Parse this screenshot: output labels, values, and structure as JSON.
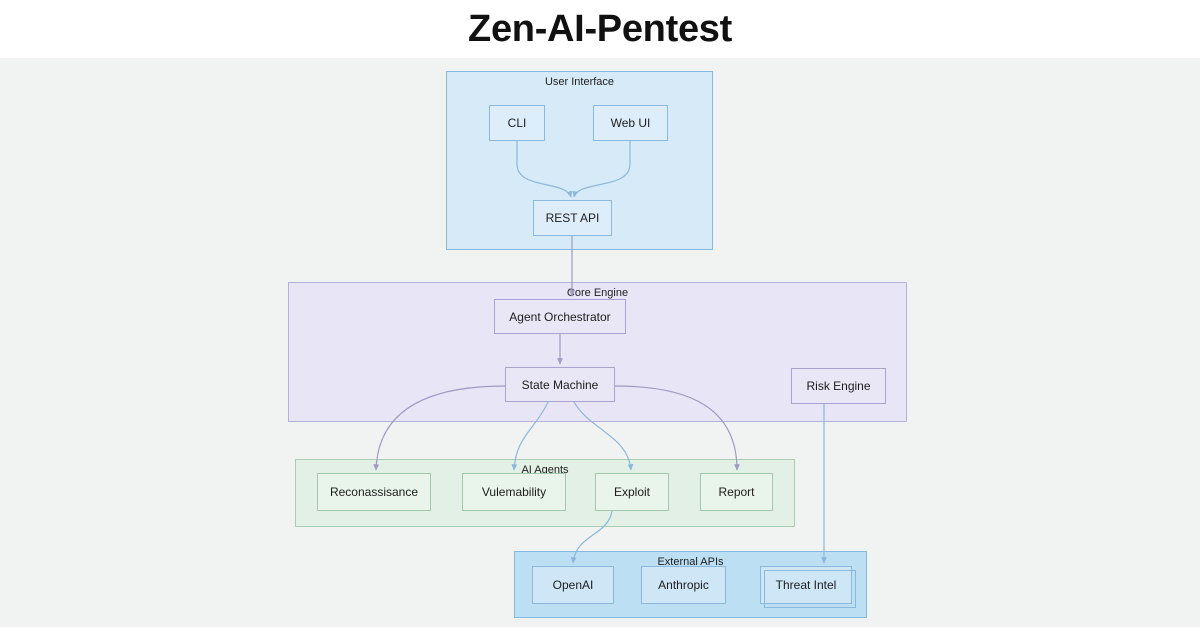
{
  "header": {
    "title": "Zen-AI-Pentest"
  },
  "diagram": {
    "type": "flowchart",
    "background": "#f1f2f2",
    "groups": [
      {
        "id": "ui",
        "label": "User Interface",
        "fill": "#d7eaf8",
        "stroke": "#86b9de",
        "nodes": [
          {
            "id": "cli",
            "label": "CLI"
          },
          {
            "id": "webui",
            "label": "Web UI"
          },
          {
            "id": "restapi",
            "label": "REST API"
          }
        ]
      },
      {
        "id": "core",
        "label": "Core Engine",
        "fill": "#e8e6f6",
        "stroke": "#b6b1d9",
        "nodes": [
          {
            "id": "orchestrator",
            "label": "Agent Orchestrator"
          },
          {
            "id": "statemachine",
            "label": "State Machine"
          },
          {
            "id": "riskengine",
            "label": "Risk Engine"
          }
        ]
      },
      {
        "id": "agents",
        "label": "AI Agents",
        "fill": "#e3f0e5",
        "stroke": "#a9cdb0",
        "nodes": [
          {
            "id": "recon",
            "label": "Reconassisance"
          },
          {
            "id": "vuln",
            "label": "Vulemability"
          },
          {
            "id": "exploit",
            "label": "Exploit"
          },
          {
            "id": "report",
            "label": "Report"
          }
        ]
      },
      {
        "id": "apis",
        "label": "External APIs",
        "fill": "#bddff4",
        "stroke": "#86b9de",
        "nodes": [
          {
            "id": "openai",
            "label": "OpenAI"
          },
          {
            "id": "anthropic",
            "label": "Anthropic"
          },
          {
            "id": "threat",
            "label": "Threat Intel"
          }
        ]
      }
    ],
    "edges": [
      {
        "from": "cli",
        "to": "restapi",
        "style": "curved",
        "color": "#8cb7da"
      },
      {
        "from": "webui",
        "to": "restapi",
        "style": "curved",
        "color": "#8cb7da"
      },
      {
        "from": "restapi",
        "to": "orchestrator",
        "style": "straight",
        "color": "#9f9ac4"
      },
      {
        "from": "orchestrator",
        "to": "statemachine",
        "style": "straight",
        "color": "#9f9ac4"
      },
      {
        "from": "statemachine",
        "to": "recon",
        "style": "curved",
        "color": "#9f9ac4"
      },
      {
        "from": "statemachine",
        "to": "vuln",
        "style": "curved",
        "color": "#8cb7da"
      },
      {
        "from": "statemachine",
        "to": "exploit",
        "style": "curved",
        "color": "#8cb7da"
      },
      {
        "from": "statemachine",
        "to": "report",
        "style": "curved",
        "color": "#9f9ac4"
      },
      {
        "from": "exploit",
        "to": "openai",
        "style": "curved",
        "color": "#8cb7da"
      },
      {
        "from": "riskengine",
        "to": "threat",
        "style": "straight",
        "color": "#8cb7da"
      }
    ]
  }
}
